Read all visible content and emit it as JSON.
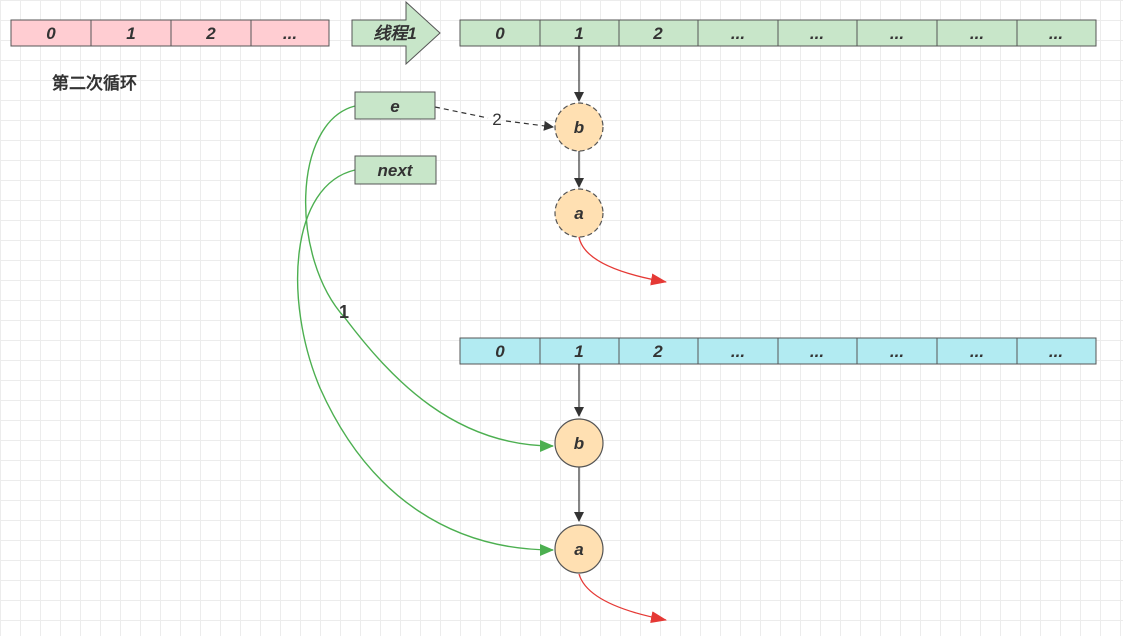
{
  "colors": {
    "old_table_fill": "#ffcdd2",
    "old_table_stroke": "#555555",
    "new_table_fill": "#c8e6c9",
    "other_table_fill": "#b2ebf2",
    "node_fill": "#ffe0b2",
    "var_fill": "#c8e6c9",
    "arrow_green": "#4caf50",
    "arrow_red": "#e53935",
    "arrow_dark": "#333333"
  },
  "old_table": {
    "cells": [
      "0",
      "1",
      "2",
      "..."
    ]
  },
  "thread_arrow": {
    "label": "线程1"
  },
  "title": "第二次循环",
  "thread_table": {
    "cells": [
      "0",
      "1",
      "2",
      "...",
      "...",
      "...",
      "...",
      "..."
    ]
  },
  "other_table": {
    "cells": [
      "0",
      "1",
      "2",
      "...",
      "...",
      "...",
      "...",
      "..."
    ]
  },
  "variables": {
    "e": "e",
    "next": "next"
  },
  "thread_nodes": {
    "first": "b",
    "second": "a"
  },
  "other_nodes": {
    "first": "b",
    "second": "a"
  },
  "edge_labels": {
    "e_to_b": "2",
    "e_to_other_b": "1"
  }
}
